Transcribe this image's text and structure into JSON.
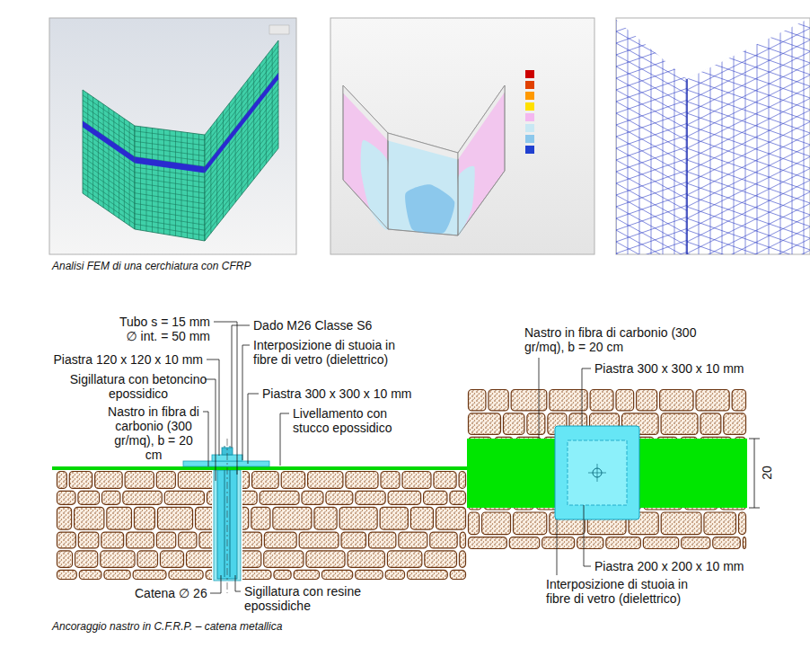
{
  "diagram": {
    "labels": [
      "Analisi FEM di una cerchiatura con CFRP",
      "Tubo s = 15 mm ∅ int. = 50 mm",
      "Piastra 120 x 120 x 10 mm",
      "Sigillatura con betoncino epossidico",
      "Nastro in fibra di carbonio (300 gr/mq), b = 20 cm",
      "Dado M26 Classe S6",
      "Interposizione di stuoia in fibre di vetro (dielettrico)",
      "Piastra 300 x 300 x 10 mm",
      "Livellamento con stucco epossidico",
      "Catena ∅ 26",
      "Sigillatura con resine epossidiche",
      "Ancoraggio nastro in C.F.R.P. – catena metallica",
      "Nastro in fibra di carbonio (300 gr/mq), b = 20 cm",
      "Piastra 300 x 300 x 10 mm",
      "20",
      "Piastra 200 x 200 x 10 mm",
      "Interposizione di stuoia in fibre di vetro (dielettrico)"
    ]
  }
}
